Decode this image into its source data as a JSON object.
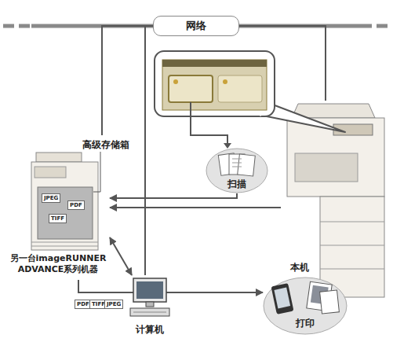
{
  "diagram": {
    "nodes": [
      {
        "text": [
          "网络"
        ]
      },
      {
        "text": [
          "扫描"
        ]
      },
      {
        "text": [
          "另一台imageRUNNER ADVANCE系列机器"
        ]
      },
      {
        "text": [
          "本机"
        ]
      },
      {
        "text": [
          "计算机"
        ]
      },
      {
        "text": [
          "打印"
        ]
      }
    ],
    "edges": [
      {
        "from": 0,
        "to": 2,
        "arrow": "none"
      },
      {
        "from": 0,
        "to": 4,
        "arrow": "none"
      },
      {
        "from": 0,
        "to": 3,
        "arrow": "none"
      },
      {
        "from": 1,
        "to": 2,
        "arrow": "to"
      },
      {
        "from": 3,
        "to": 2,
        "arrow": "to"
      },
      {
        "from": 2,
        "to": 5,
        "arrow": "to"
      },
      {
        "from": 2,
        "to": 4,
        "arrow": "both"
      }
    ],
    "labels": [
      "高级存储箱",
      "JPEG",
      "PDF",
      "TIFF",
      "PDF",
      "TIFF",
      "JPEG"
    ]
  }
}
